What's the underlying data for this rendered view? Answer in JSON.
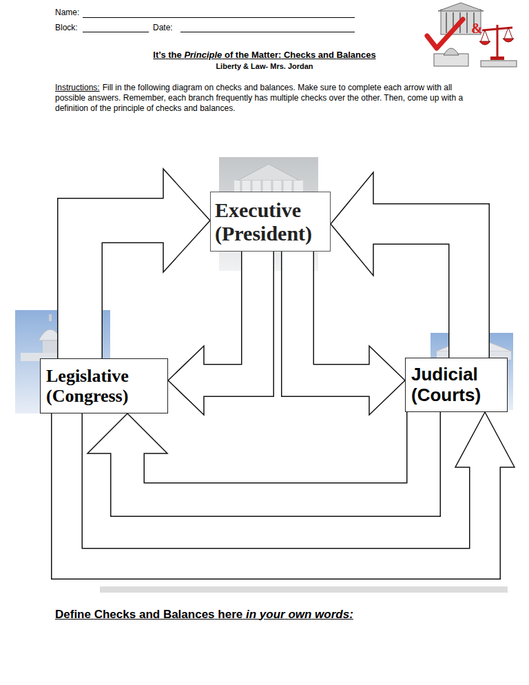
{
  "diagram": {
    "title": "It’s the Principle of the Matter: Checks and Balances",
    "nodes": [
      {
        "text": [
          "Executive (President)"
        ]
      },
      {
        "text": [
          "Legislative (Congress)"
        ]
      },
      {
        "text": [
          "Judicial (Courts)"
        ]
      }
    ],
    "edges": [
      {
        "from": 1,
        "to": 0,
        "arrow": "to"
      },
      {
        "from": 2,
        "to": 0,
        "arrow": "to"
      },
      {
        "from": 0,
        "to": 1,
        "arrow": "to"
      },
      {
        "from": 0,
        "to": 2,
        "arrow": "to"
      },
      {
        "from": 2,
        "to": 1,
        "arrow": "to"
      },
      {
        "from": 1,
        "to": 2,
        "arrow": "to"
      }
    ],
    "labels": [
      "Name:",
      "Block:",
      "Date:",
      "Liberty & Law- Mrs. Jordan",
      "Instructions:",
      "Fill in the following diagram on checks and balances. Make sure to complete each arrow with all possible answers. Remember, each branch frequently has multiple checks over the other. Then, come up with a definition of the principle of checks and balances.",
      "&",
      "Define Checks and Balances here in your own words:"
    ]
  }
}
